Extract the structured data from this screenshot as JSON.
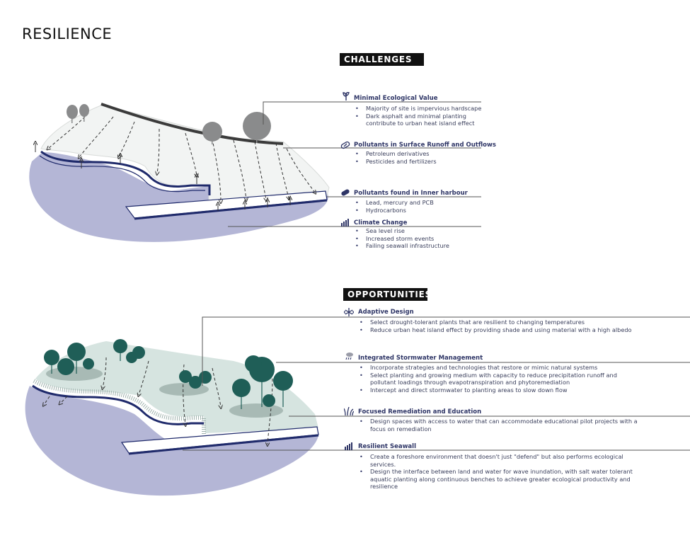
{
  "page": {
    "title": "RESILIENCE"
  },
  "colors": {
    "navy": "#1f2a6b",
    "water": "#b4b6d6",
    "land": "#f2f4f3",
    "green_land": "#d6e4e0",
    "tree": "#1f5e57",
    "tree_grey": "#8a8b8c",
    "line": "#5a5a6a"
  },
  "challenges": {
    "label": "CHALLENGES",
    "items": [
      {
        "title": "Minimal Ecological Value",
        "icon": "sprout-icon",
        "bullets": [
          "Majority of site is impervious hardscape",
          "Dark asphalt and minimal planting\ncontribute to urban heat island effect"
        ]
      },
      {
        "title": "Pollutants in Surface Runoff and Outflows",
        "icon": "capsule-icon",
        "bullets": [
          "Petroleum derivatives",
          "Pesticides and fertilizers"
        ]
      },
      {
        "title": "Pollutants found in Inner harbour",
        "icon": "pill-icon",
        "bullets": [
          "Lead, mercury and PCB",
          "Hydrocarbons"
        ]
      },
      {
        "title": "Climate Change",
        "icon": "bar-chart-icon",
        "bullets": [
          "Sea level rise",
          "Increased storm events",
          "Failing seawall infrastructure"
        ]
      }
    ]
  },
  "opportunities": {
    "label": "OPPORTUNITIES",
    "items": [
      {
        "title": "Adaptive Design",
        "icon": "snowflake-arrows-icon",
        "bullets": [
          "Select drought-tolerant plants that are resilient to changing temperatures",
          "Reduce urban heat island effect by providing shade and using material with a high albedo"
        ]
      },
      {
        "title": "Integrated Stormwater Management",
        "icon": "rain-cloud-icon",
        "bullets": [
          "Incorporate strategies and technologies that restore or mimic natural systems",
          "Select planting and growing medium with capacity to reduce precipitation runoff and\npollutant loadings through evapotranspiration and phytoremediation",
          "Intercept and direct stormwater to planting areas to slow down flow"
        ]
      },
      {
        "title": "Focused Remediation and Education",
        "icon": "grass-icon",
        "bullets": [
          "Design spaces with access to water that can accommodate educational pilot projects with a\nfocus on remediation"
        ]
      },
      {
        "title": "Resilient Seawall",
        "icon": "bar-chart-icon",
        "bullets": [
          "Create a foreshore environment that doesn't just \"defend\" but also performs ecological\nservices.",
          "Design the interface between land and water for wave inundation, with salt water tolerant\naquatic planting along continuous benches to achieve greater ecological productivity and\nresilience"
        ]
      }
    ]
  }
}
